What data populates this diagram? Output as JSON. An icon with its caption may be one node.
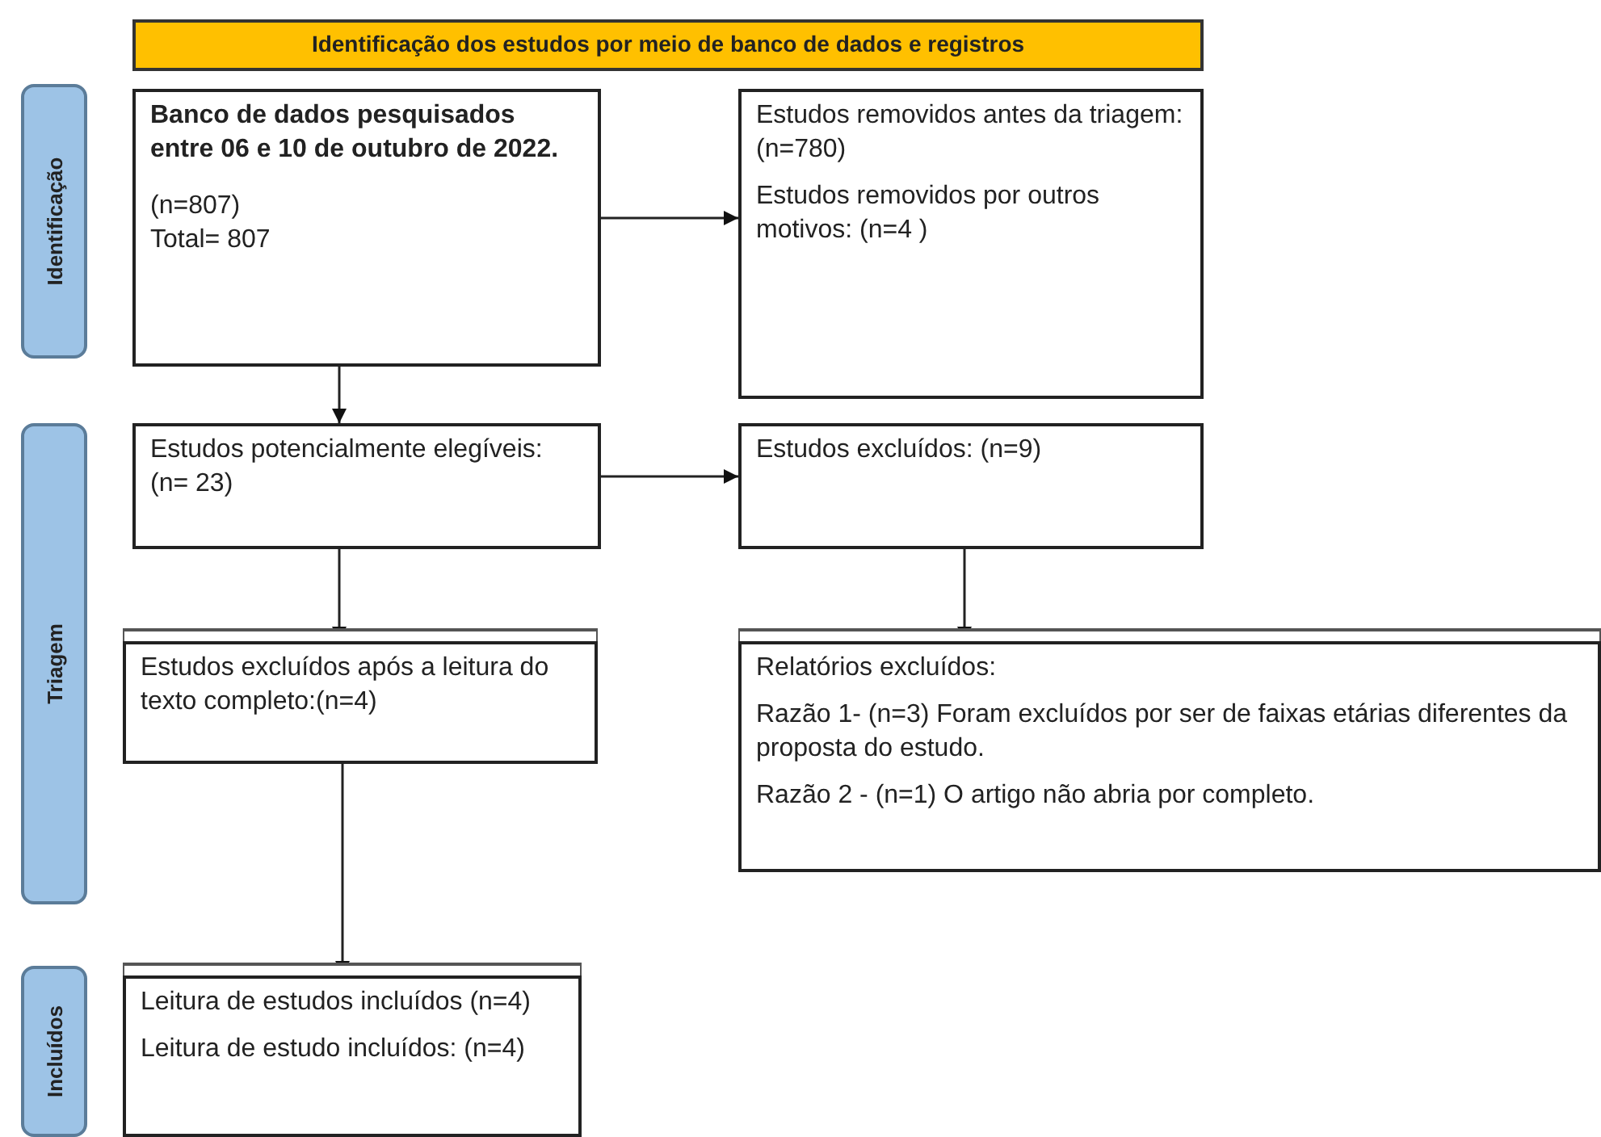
{
  "diagram": {
    "nodes": [
      {
        "text": [
          "Identificação dos estudos por meio de banco de dados e registros"
        ]
      },
      {
        "text": [
          "Identificação"
        ]
      },
      {
        "text": [
          "Triagem"
        ]
      },
      {
        "text": [
          "Incluídos"
        ]
      },
      {
        "text": [
          "Banco de dados pesquisados entre 06 e 10 de outubro de 2022.",
          "(n=807)",
          "Total= 807"
        ]
      },
      {
        "text": [
          "Estudos removidos antes da triagem:(n=780)",
          "Estudos removidos por outros motivos: (n=4 )"
        ]
      },
      {
        "text": [
          "Estudos potencialmente elegíveis: (n= 23)"
        ]
      },
      {
        "text": [
          "Estudos excluídos: (n=9)"
        ]
      },
      {
        "text": [
          "Estudos excluídos após a leitura do texto completo:(n=4)"
        ]
      },
      {
        "text": [
          "Relatórios excluídos:",
          "Razão 1- (n=3) Foram excluídos por ser de faixas etárias diferentes da proposta do estudo.",
          "Razão 2 - (n=1) O artigo não abria por completo."
        ]
      },
      {
        "text": [
          "Leitura de estudos incluídos (n=4)",
          "Leitura de estudo incluídos: (n=4)"
        ]
      }
    ],
    "edges": [
      {
        "from": 4,
        "to": 5,
        "arrow": "to"
      },
      {
        "from": 4,
        "to": 6,
        "arrow": "to"
      },
      {
        "from": 6,
        "to": 7,
        "arrow": "to"
      },
      {
        "from": 6,
        "to": 8,
        "arrow": "to"
      },
      {
        "from": 7,
        "to": 9,
        "arrow": "to"
      },
      {
        "from": 8,
        "to": 10,
        "arrow": "to"
      }
    ]
  }
}
